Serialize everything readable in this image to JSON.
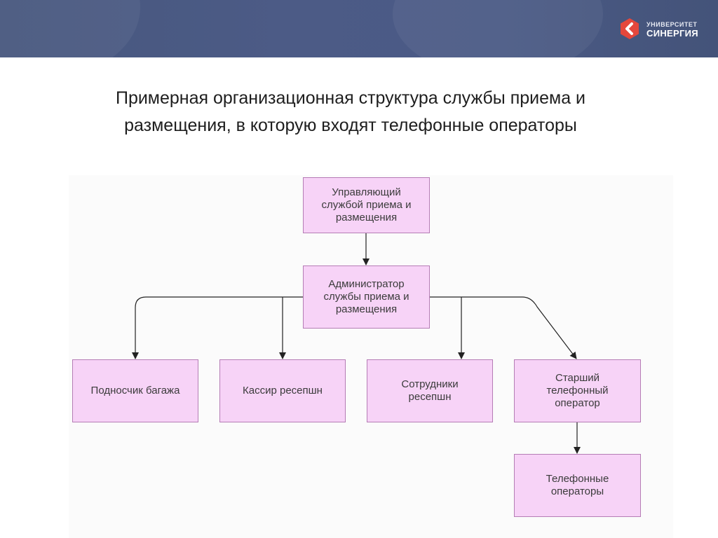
{
  "header": {
    "logo_line1": "УНИВЕРСИТЕТ",
    "logo_line2": "СИНЕРГИЯ",
    "logo_color": "#e5473c"
  },
  "title": "Примерная организационная структура службы приема и\nразмещения, в которую входят телефонные операторы",
  "diagram": {
    "manager": "Управляющий\nслужбой приема и\nразмещения",
    "administrator": "Администратор\nслужбы приема и\nразмещения",
    "porter": "Подносчик багажа",
    "cashier": "Кассир ресепшн",
    "staff": "Сотрудники\nресепшн",
    "senior_operator": "Старший\nтелефонный\nоператор",
    "operators": "Телефонные\nоператоры",
    "colors": {
      "box_fill": "#f7d3f7",
      "box_border": "#b57cb5",
      "line": "#222222"
    }
  }
}
